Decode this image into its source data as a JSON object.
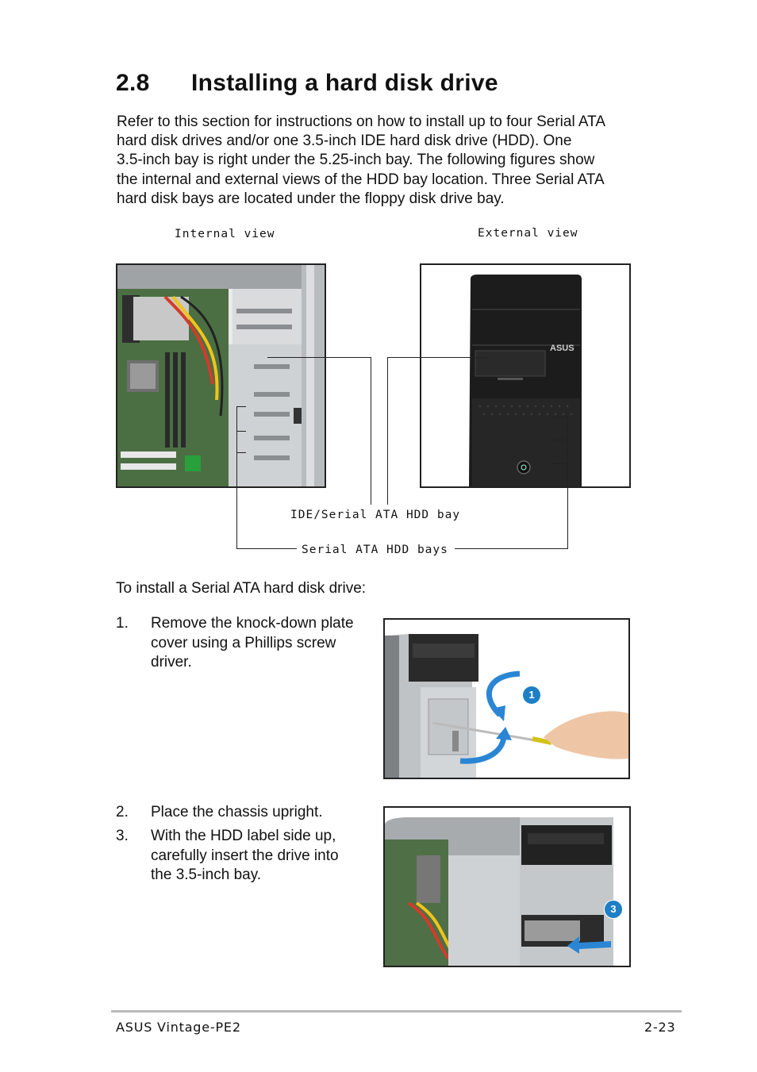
{
  "section": {
    "number": "2.8",
    "title": "Installing a hard disk drive"
  },
  "intro": [
    "Refer to this section for instructions on how to install up to four Serial ATA",
    "hard disk drives and/or one 3.5-inch IDE hard disk drive (HDD). One",
    "3.5-inch bay is right under the 5.25-inch bay. The following figures show",
    "the internal and external views of the HDD bay location.  Three Serial ATA",
    "hard disk bays are located under the floppy disk drive bay."
  ],
  "figure": {
    "internal_caption": "Internal view",
    "external_caption": "External view",
    "ide_label": "IDE/Serial ATA HDD bay",
    "sata_label": "Serial ATA HDD bays",
    "logo_text": "ASUS"
  },
  "procedure": {
    "heading": "To install a Serial ATA hard disk drive:",
    "steps": [
      {
        "num": "1.",
        "text": "Remove the knock-down plate cover using a Phillips screw driver."
      },
      {
        "num": "2.",
        "text": "Place the chassis upright."
      },
      {
        "num": "3.",
        "text": "With the HDD label side up, carefully insert the drive into the 3.5-inch bay."
      }
    ],
    "callout_1": "1",
    "callout_3": "3"
  },
  "footer": {
    "product": "ASUS Vintage-PE2",
    "page": "2-23"
  },
  "colors": {
    "callout_blue": "#1e7fc4",
    "arrow_blue": "#2a86d4",
    "chassis_silver": "#c9ccce",
    "board_green": "#3f6b3a"
  }
}
